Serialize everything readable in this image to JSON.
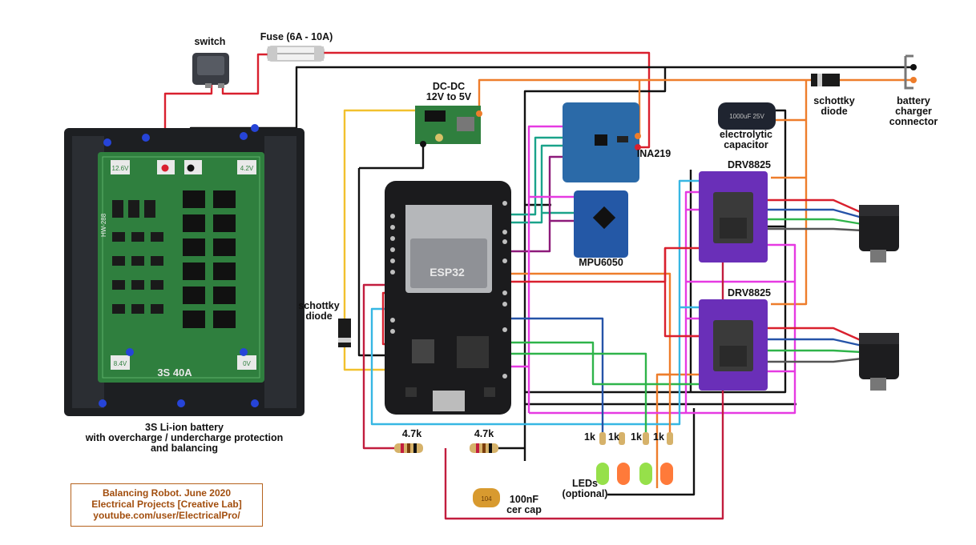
{
  "labels": {
    "switch": "switch",
    "fuse": "Fuse (6A - 10A)",
    "dcdc": "DC-DC\n12V to 5V",
    "schottky_top": "schottky\ndiode",
    "battery_connector": "battery\ncharger\nconnector",
    "electrolytic": "electrolytic\ncapacitor",
    "ina219": "INA219",
    "drv1": "DRV8825",
    "drv2": "DRV8825",
    "mpu": "MPU6050",
    "esp32": "ESP32",
    "schottky_left": "schottky\ndiode",
    "battery": "3S Li-ion battery\nwith overcharge / undercharge protection\nand balancing",
    "r1": "4.7k",
    "r2": "4.7k",
    "cap": "100nF\ncer cap",
    "leds": "LEDs\n(optional)",
    "led_r1": "1k",
    "led_r2": "1k",
    "led_r3": "1k",
    "led_r4": "1k"
  },
  "credit": {
    "line1": "Balancing Robot. June 2020",
    "line2": "Electrical Projects [Creative Lab]",
    "line3": "youtube.com/user/ElectricalPro/"
  },
  "board_marks": {
    "bms_model": "HW-288",
    "bms_rating": "3S 40A",
    "v126": "12.6V",
    "v42": "4.2V",
    "v84": "8.4V",
    "v0": "0V",
    "cap_rating": "1000uF 25V",
    "ceramic_code": "104"
  },
  "colors": {
    "red": "#d9202e",
    "black": "#111111",
    "orange": "#ee7d2b",
    "yellow": "#f2c12e",
    "teal": "#1aa38a",
    "cyan": "#37b7e3",
    "magenta": "#e63ae2",
    "purple": "#8d1a7a",
    "blue": "#2553a8",
    "green": "#2fb44a",
    "gray": "#555555",
    "dark_red": "#c21d3e",
    "board_green": "#2f7f3e",
    "driver_purple": "#6a2fb8"
  }
}
